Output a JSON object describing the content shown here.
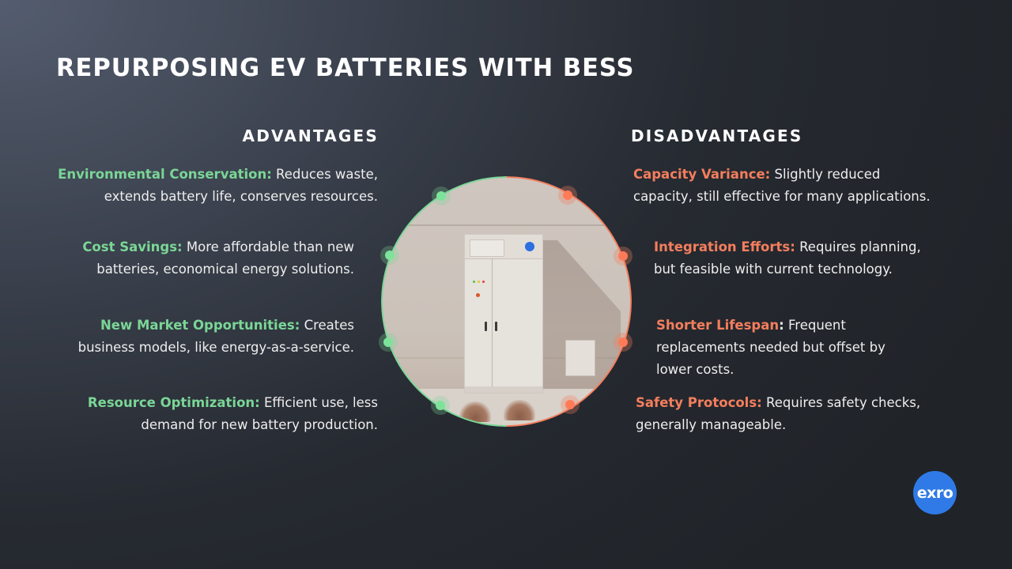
{
  "slide": {
    "title": "REPURPOSING EV BATTERIES WITH BESS"
  },
  "colors": {
    "advantage_accent": "#7ad696",
    "disadvantage_accent": "#f47e5d",
    "logo_blue": "#2f7ae6"
  },
  "advantages": {
    "heading": "ADVANTAGES",
    "items": [
      {
        "label": "Environmental Conservation:",
        "text": " Reduces waste,",
        "text2": "extends battery life, conserves resources."
      },
      {
        "label": "Cost Savings:",
        "text": " More affordable than new",
        "text2": "batteries, economical energy solutions."
      },
      {
        "label": "New Market Opportunities:",
        "text": " Creates",
        "text2": "business models, like energy-as-a-service."
      },
      {
        "label": "Resource Optimization:",
        "text": " Efficient use, less",
        "text2": "demand for new battery production."
      }
    ]
  },
  "disadvantages": {
    "heading": "DISADVANTAGES",
    "items": [
      {
        "label": "Capacity Variance:",
        "text": " Slightly reduced",
        "text2": "capacity, still effective for many applications."
      },
      {
        "label": "Integration Efforts:",
        "text": " Requires planning,",
        "text2": "but feasible with current technology."
      },
      {
        "label": "Shorter Lifespan",
        "colon": ":",
        "text": " Frequent",
        "text2": "replacements needed but offset by",
        "text3": "lower costs."
      },
      {
        "label": "Safety Protocols:",
        "text": " Requires safety checks,",
        "text2": "generally manageable."
      }
    ]
  },
  "image": {
    "description": "Battery energy storage cabinet against a wall",
    "icon": "battery-cabinet-photo"
  },
  "logo": {
    "text": "exro"
  }
}
